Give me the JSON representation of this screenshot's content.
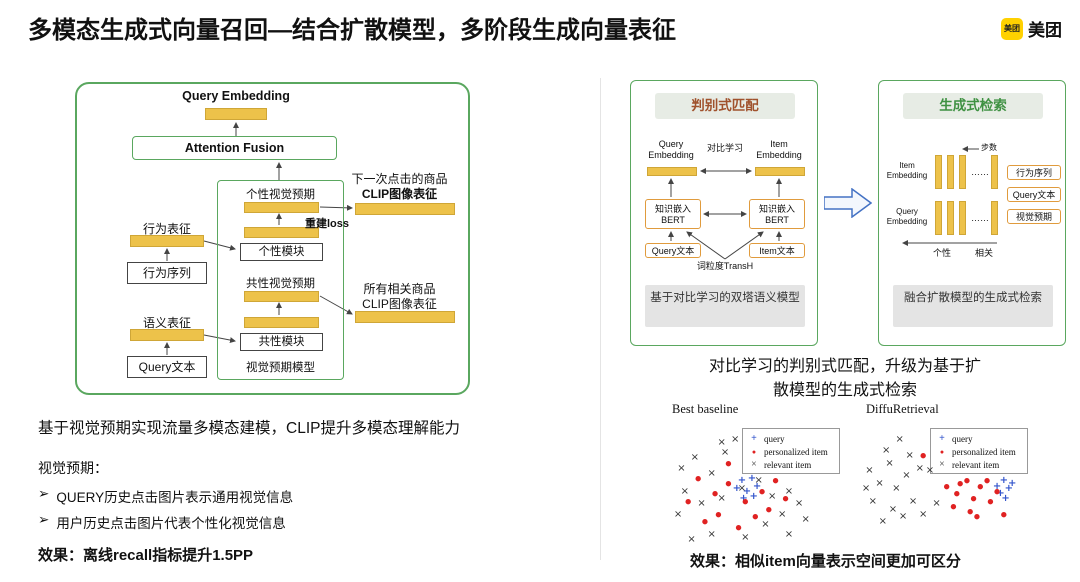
{
  "slide": {
    "title": "多模态生成式向量召回—结合扩散模型，多阶段生成向量表征",
    "logo_badge": "美团",
    "logo_text": "美团"
  },
  "colors": {
    "bar_yellow": "#edc24a",
    "green_border": "#5aa75f",
    "orange_border": "#e09b3d",
    "disc_header_text": "#a0522d",
    "gen_header_text": "#3f9142",
    "arrow_blue": "#4472c4",
    "caption_gray": "#e4e4e4"
  },
  "left": {
    "diagram": {
      "query_embedding": "Query Embedding",
      "attention_fusion": "Attention Fusion",
      "personal_visual": "个性视觉预期",
      "personal_module": "个性模块",
      "common_visual": "共性视觉预期",
      "common_module": "共性模块",
      "model_label": "视觉预期模型",
      "behavior_repr": "行为表征",
      "behavior_seq": "行为序列",
      "semantic_repr": "语义表征",
      "query_text": "Query文本",
      "next_click": "下一次点击的商品",
      "next_click_clip": "CLIP图像表征",
      "recon_loss": "重建loss",
      "all_related": "所有相关商品",
      "all_related_clip": "CLIP图像表征"
    },
    "summary": "基于视觉预期实现流量多模态建模，CLIP提升多模态理解能力",
    "visual_expect_label": "视觉预期：",
    "bullet_marker": "➢",
    "bullets": [
      "QUERY历史点击图片表示通用视觉信息",
      "用户历史点击图片代表个性化视觉信息"
    ],
    "effect": "效果：离线recall指标提升1.5PP"
  },
  "right": {
    "disc": {
      "header": "判别式匹配",
      "query_embedding": "Query\nEmbedding",
      "contrastive": "对比学习",
      "item_embedding": "Item\nEmbedding",
      "bert": "知识嵌入\nBERT",
      "query_text": "Query文本",
      "item_text": "Item文本",
      "transh": "词粒度TransH",
      "caption": "基于对比学习的双塔语义模型"
    },
    "gen": {
      "header": "生成式检索",
      "steps_label": "步数",
      "item_embedding": "Item\nEmbedding",
      "query_embedding": "Query\nEmbedding",
      "dots": "……",
      "side_labels": [
        "行为序列",
        "Query文本",
        "视觉预期"
      ],
      "bottom_labels": [
        "个性",
        "相关"
      ],
      "caption": "融合扩散模型的生成式检索"
    },
    "upgrade_text": "对比学习的判别式匹配，升级为基于扩\n散模型的生成式检索",
    "effect": "效果：相似item向量表示空间更加可区分"
  },
  "chart_data": [
    {
      "type": "scatter",
      "title": "Best baseline",
      "legend_position": "top-right",
      "axes_visible": false,
      "series": [
        {
          "name": "query",
          "glyph": "+",
          "css": "mq",
          "color": "#3355cc",
          "points": [
            [
              44,
              48
            ],
            [
              50,
              46
            ],
            [
              41,
              54
            ],
            [
              47,
              56
            ],
            [
              53,
              52
            ],
            [
              45,
              62
            ],
            [
              51,
              60
            ]
          ]
        },
        {
          "name": "personalized item",
          "glyph": "●",
          "css": "mp",
          "color": "#e02222",
          "points": [
            [
              18,
              46
            ],
            [
              28,
              58
            ],
            [
              36,
              50
            ],
            [
              46,
              64
            ],
            [
              30,
              74
            ],
            [
              56,
              56
            ],
            [
              22,
              80
            ],
            [
              42,
              84
            ],
            [
              60,
              70
            ],
            [
              12,
              64
            ],
            [
              52,
              76
            ],
            [
              64,
              48
            ],
            [
              36,
              34
            ],
            [
              70,
              62
            ]
          ]
        },
        {
          "name": "relevant item",
          "glyph": "×",
          "css": "mr",
          "color": "#333333",
          "points": [
            [
              8,
              38
            ],
            [
              16,
              30
            ],
            [
              26,
              42
            ],
            [
              34,
              26
            ],
            [
              10,
              56
            ],
            [
              20,
              66
            ],
            [
              32,
              62
            ],
            [
              44,
              54
            ],
            [
              54,
              48
            ],
            [
              62,
              60
            ],
            [
              72,
              56
            ],
            [
              6,
              74
            ],
            [
              58,
              82
            ],
            [
              68,
              74
            ],
            [
              26,
              90
            ],
            [
              46,
              92
            ],
            [
              14,
              94
            ],
            [
              72,
              90
            ],
            [
              32,
              18
            ],
            [
              40,
              16
            ],
            [
              78,
              66
            ],
            [
              82,
              78
            ]
          ]
        }
      ]
    },
    {
      "type": "scatter",
      "title": "DiffuRetrieval",
      "legend_position": "top-right",
      "axes_visible": false,
      "series": [
        {
          "name": "query",
          "glyph": "+",
          "css": "mq",
          "color": "#3355cc",
          "points": [
            [
              84,
              52
            ],
            [
              88,
              48
            ],
            [
              86,
              58
            ],
            [
              91,
              54
            ],
            [
              89,
              62
            ],
            [
              93,
              50
            ]
          ]
        },
        {
          "name": "personalized item",
          "glyph": "●",
          "css": "mp",
          "color": "#e02222",
          "points": [
            [
              54,
              52
            ],
            [
              60,
              58
            ],
            [
              66,
              48
            ],
            [
              70,
              62
            ],
            [
              58,
              68
            ],
            [
              68,
              72
            ],
            [
              74,
              52
            ],
            [
              62,
              50
            ],
            [
              72,
              76
            ],
            [
              80,
              64
            ],
            [
              78,
              48
            ],
            [
              84,
              56
            ],
            [
              88,
              74
            ],
            [
              40,
              28
            ]
          ]
        },
        {
          "name": "relevant item",
          "glyph": "×",
          "css": "mr",
          "color": "#333333",
          "points": [
            [
              8,
              40
            ],
            [
              14,
              50
            ],
            [
              20,
              34
            ],
            [
              24,
              54
            ],
            [
              10,
              64
            ],
            [
              22,
              70
            ],
            [
              30,
              44
            ],
            [
              16,
              80
            ],
            [
              28,
              76
            ],
            [
              34,
              64
            ],
            [
              6,
              54
            ],
            [
              32,
              28
            ],
            [
              40,
              74
            ],
            [
              38,
              38
            ],
            [
              18,
              24
            ],
            [
              26,
              16
            ],
            [
              48,
              66
            ],
            [
              44,
              40
            ]
          ]
        }
      ]
    }
  ]
}
